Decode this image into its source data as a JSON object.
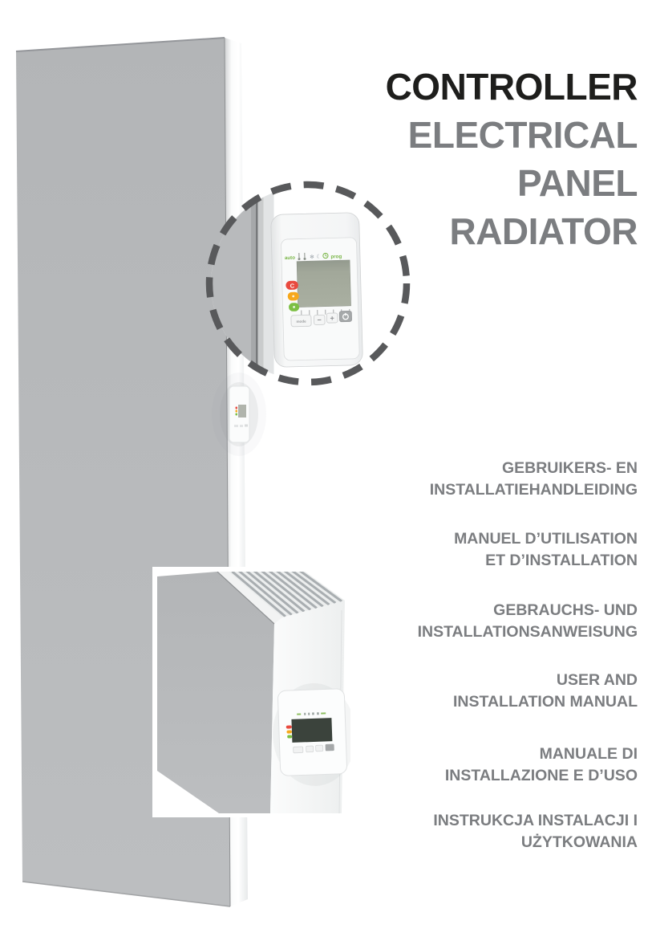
{
  "title": {
    "line1": "CONTROLLER",
    "line2": "ELECTRICAL",
    "line3": "PANEL",
    "line4": "RADIATOR"
  },
  "manuals": [
    {
      "line1": "GEBRUIKERS- EN",
      "line2": "INSTALLATIEHANDLEIDING"
    },
    {
      "line1": "MANUEL D’UTILISATION",
      "line2": "ET D’INSTALLATION"
    },
    {
      "line1": "GEBRAUCHS- UND",
      "line2": "INSTALLATIONSANWEISUNG"
    },
    {
      "line1": "USER AND",
      "line2": "INSTALLATION MANUAL"
    },
    {
      "line1": "MANUALE DI",
      "line2": "INSTALLAZIONE E D’USO"
    },
    {
      "line1": "INSTRUKCJA INSTALACJI I",
      "line2": "UŻYTKOWANIA"
    }
  ],
  "controller": {
    "auto_label": "auto",
    "prog_label": "prog",
    "status_icon_names": [
      "thermometer-comfort-icon",
      "thermometer-eco-icon",
      "frost-icon",
      "moon-icon",
      "timer-icon"
    ],
    "energy_indicator": {
      "red_label": "C",
      "red_color": "#e94a3f",
      "orange_color": "#f6a81c",
      "green_color": "#7cbf43"
    },
    "buttons": {
      "mode_label": "mode",
      "minus_label": "−",
      "plus_label": "+",
      "power_icon_name": "power-icon"
    }
  },
  "colors": {
    "title_primary": "#1e1e1c",
    "text_gray": "#7b7d80",
    "radiator_gray": "#b7b9bb",
    "callout_dash": "#58595b",
    "lcd_green": "#a2a89a",
    "lcd_dark": "#3b433c"
  }
}
